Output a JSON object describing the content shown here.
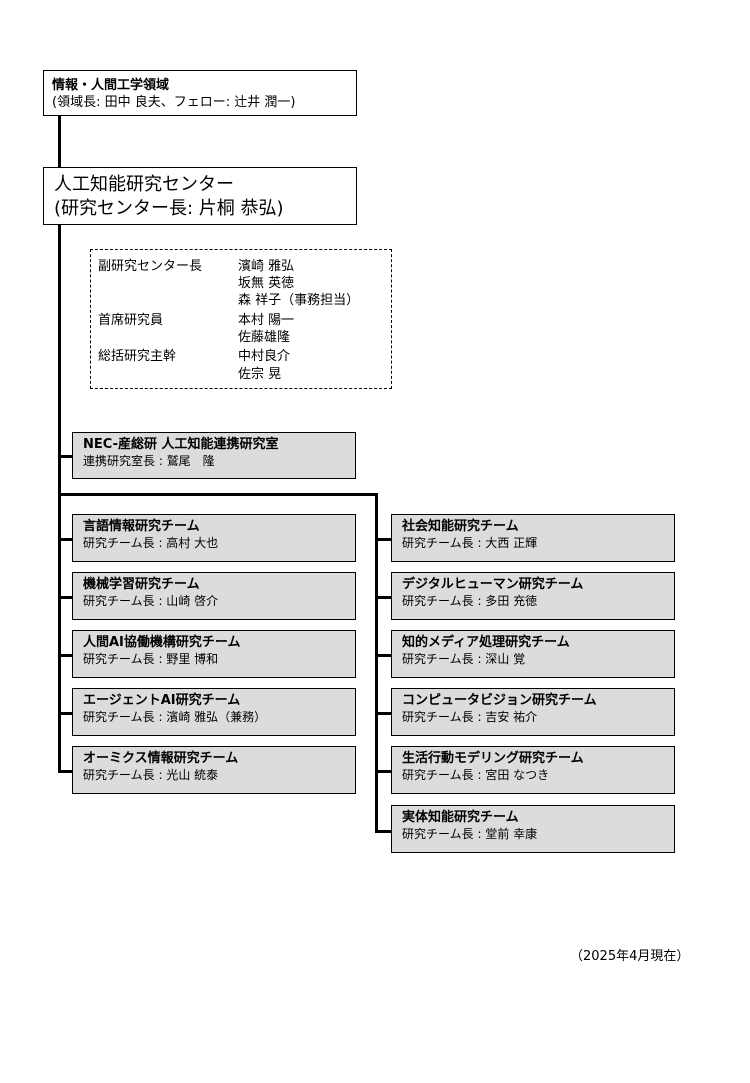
{
  "domain": {
    "name": "情報・人間工学領域",
    "leaders": "(領域長: 田中 良夫、フェロー: 辻井 潤一)"
  },
  "center": {
    "name": "人工知能研究センター",
    "director": "(研究センター長: 片桐 恭弘)"
  },
  "staff": [
    {
      "role": "副研究センター長",
      "person": "濱崎 雅弘"
    },
    {
      "role": "",
      "person": "坂無 英徳"
    },
    {
      "role": "",
      "person": "森 祥子（事務担当）"
    },
    {
      "role": "首席研究員",
      "person": "本村 陽一"
    },
    {
      "role": "",
      "person": "佐藤雄隆"
    },
    {
      "role": "総括研究主幹",
      "person": "中村良介"
    },
    {
      "role": "",
      "person": "佐宗 晃"
    }
  ],
  "lab": {
    "name": "NEC-産総研 人工知能連携研究室",
    "leader": "連携研究室長 : 鷲尾　隆"
  },
  "left_teams": [
    {
      "name": "言語情報研究チーム",
      "leader": "研究チーム長 : 高村 大也"
    },
    {
      "name": "機械学習研究チーム",
      "leader": "研究チーム長 : 山崎 啓介"
    },
    {
      "name": "人間AI協働機構研究チーム",
      "leader": "研究チーム長 : 野里 博和"
    },
    {
      "name": "エージェントAI研究チーム",
      "leader": "研究チーム長 : 濱崎 雅弘（兼務）"
    },
    {
      "name": "オーミクス情報研究チーム",
      "leader": "研究チーム長 : 光山 統泰"
    }
  ],
  "right_teams": [
    {
      "name": "社会知能研究チーム",
      "leader": "研究チーム長 : 大西 正輝"
    },
    {
      "name": "デジタルヒューマン研究チーム",
      "leader": "研究チーム長 : 多田 充徳"
    },
    {
      "name": "知的メディア処理研究チーム",
      "leader": "研究チーム長 : 深山 覚"
    },
    {
      "name": "コンピュータビジョン研究チーム",
      "leader": "研究チーム長 : 吉安 祐介"
    },
    {
      "name": "生活行動モデリング研究チーム",
      "leader": "研究チーム長 : 宮田 なつき"
    },
    {
      "name": "実体知能研究チーム",
      "leader": "研究チーム長 : 堂前 幸康"
    }
  ],
  "footer": "（2025年4月現在）"
}
